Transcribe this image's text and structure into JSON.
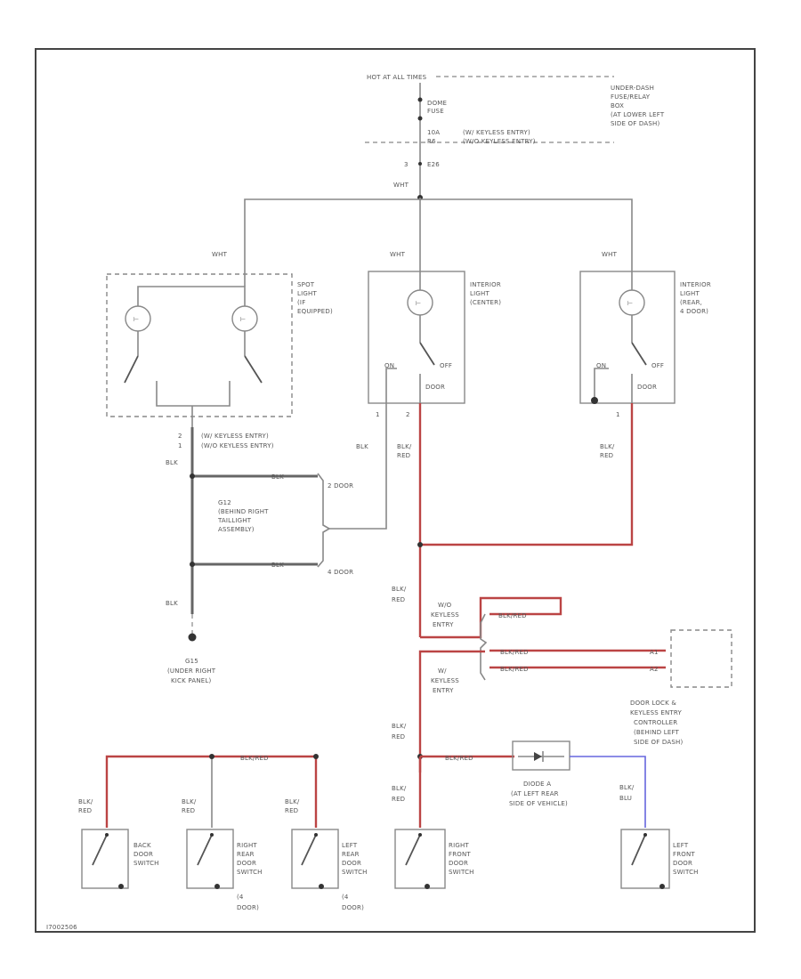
{
  "page_id": "I7002506",
  "labels": {
    "hot_at_all_times": "HOT AT ALL TIMES",
    "underdash_box": "UNDER-DASH FUSE/RELAY BOX (AT LOWER LEFT SIDE OF DASH)",
    "underdash_l1": "UNDER-DASH",
    "underdash_l2": "FUSE/RELAY",
    "underdash_l3": "BOX",
    "underdash_l4": "(AT LOWER LEFT",
    "underdash_l5": "SIDE OF DASH)",
    "dome_fuse_1": "DOME",
    "dome_fuse_2": "FUSE",
    "dome_fuse_3": "10A",
    "pin_r6": "R6",
    "keyless_w": "(W/ KEYLESS ENTRY)",
    "keyless_wo": "(W/O KEYLESS ENTRY)",
    "pin_e26": "E26",
    "pin_e26_num": "3",
    "wht": "WHT",
    "spot_light": "SPOT LIGHT (IF EQUIPPED)",
    "spot_l1": "SPOT",
    "spot_l2": "LIGHT",
    "spot_l3": "(IF",
    "spot_l4": "EQUIPPED)",
    "int_center_l1": "INTERIOR",
    "int_center_l2": "LIGHT",
    "int_center_l3": "(CENTER)",
    "int_rear_l1": "INTERIOR",
    "int_rear_l2": "LIGHT",
    "int_rear_l3": "(REAR,",
    "int_rear_l4": "4 DOOR)",
    "on": "ON",
    "off": "OFF",
    "door": "DOOR",
    "blk": "BLK",
    "blk_red_1": "BLK/",
    "blk_red_2": "RED",
    "blk_blu_1": "BLK/",
    "blk_blu_2": "BLU",
    "g12_l1": "G12",
    "g12_l2": "(BEHIND RIGHT",
    "g12_l3": "TAILLIGHT",
    "g12_l4": "ASSEMBLY)",
    "two_door": "2 DOOR",
    "four_door": "4 DOOR",
    "g15_l1": "G15",
    "g15_l2": "(UNDER RIGHT",
    "g15_l3": "KICK PANEL)",
    "wo_keyless_l1": "W/O",
    "wo_keyless_l2": "KEYLESS",
    "wo_keyless_l3": "ENTRY",
    "w_keyless_l1": "W/",
    "w_keyless_l2": "KEYLESS",
    "w_keyless_l3": "ENTRY",
    "blk_red_wire": "BLK/RED",
    "controller_l1": "DOOR LOCK &",
    "controller_l2": "KEYLESS ENTRY",
    "controller_l3": "CONTROLLER",
    "controller_l4": "(BEHIND LEFT",
    "controller_l5": "SIDE OF DASH)",
    "diode_l1": "DIODE A",
    "diode_l2": "(AT LEFT REAR",
    "diode_l3": "SIDE OF VEHICLE)",
    "sw_back": [
      "BACK",
      "DOOR",
      "SWITCH"
    ],
    "sw_right_rear": [
      "RIGHT",
      "REAR",
      "DOOR",
      "SWITCH",
      "(4",
      "DOOR)"
    ],
    "sw_left_rear": [
      "LEFT",
      "REAR",
      "DOOR",
      "SWITCH",
      "(4",
      "DOOR)"
    ],
    "sw_right_front": [
      "RIGHT",
      "FRONT",
      "DOOR",
      "SWITCH"
    ],
    "sw_left_front": [
      "LEFT",
      "FRONT",
      "DOOR",
      "SWITCH"
    ],
    "pin_1": "1",
    "pin_2": "2",
    "pin_a": "A1",
    "pin_b": "A2"
  },
  "colors": {
    "red_wire": "#b44444",
    "blue_wire": "#6666dd",
    "gray_wire": "#888888"
  }
}
